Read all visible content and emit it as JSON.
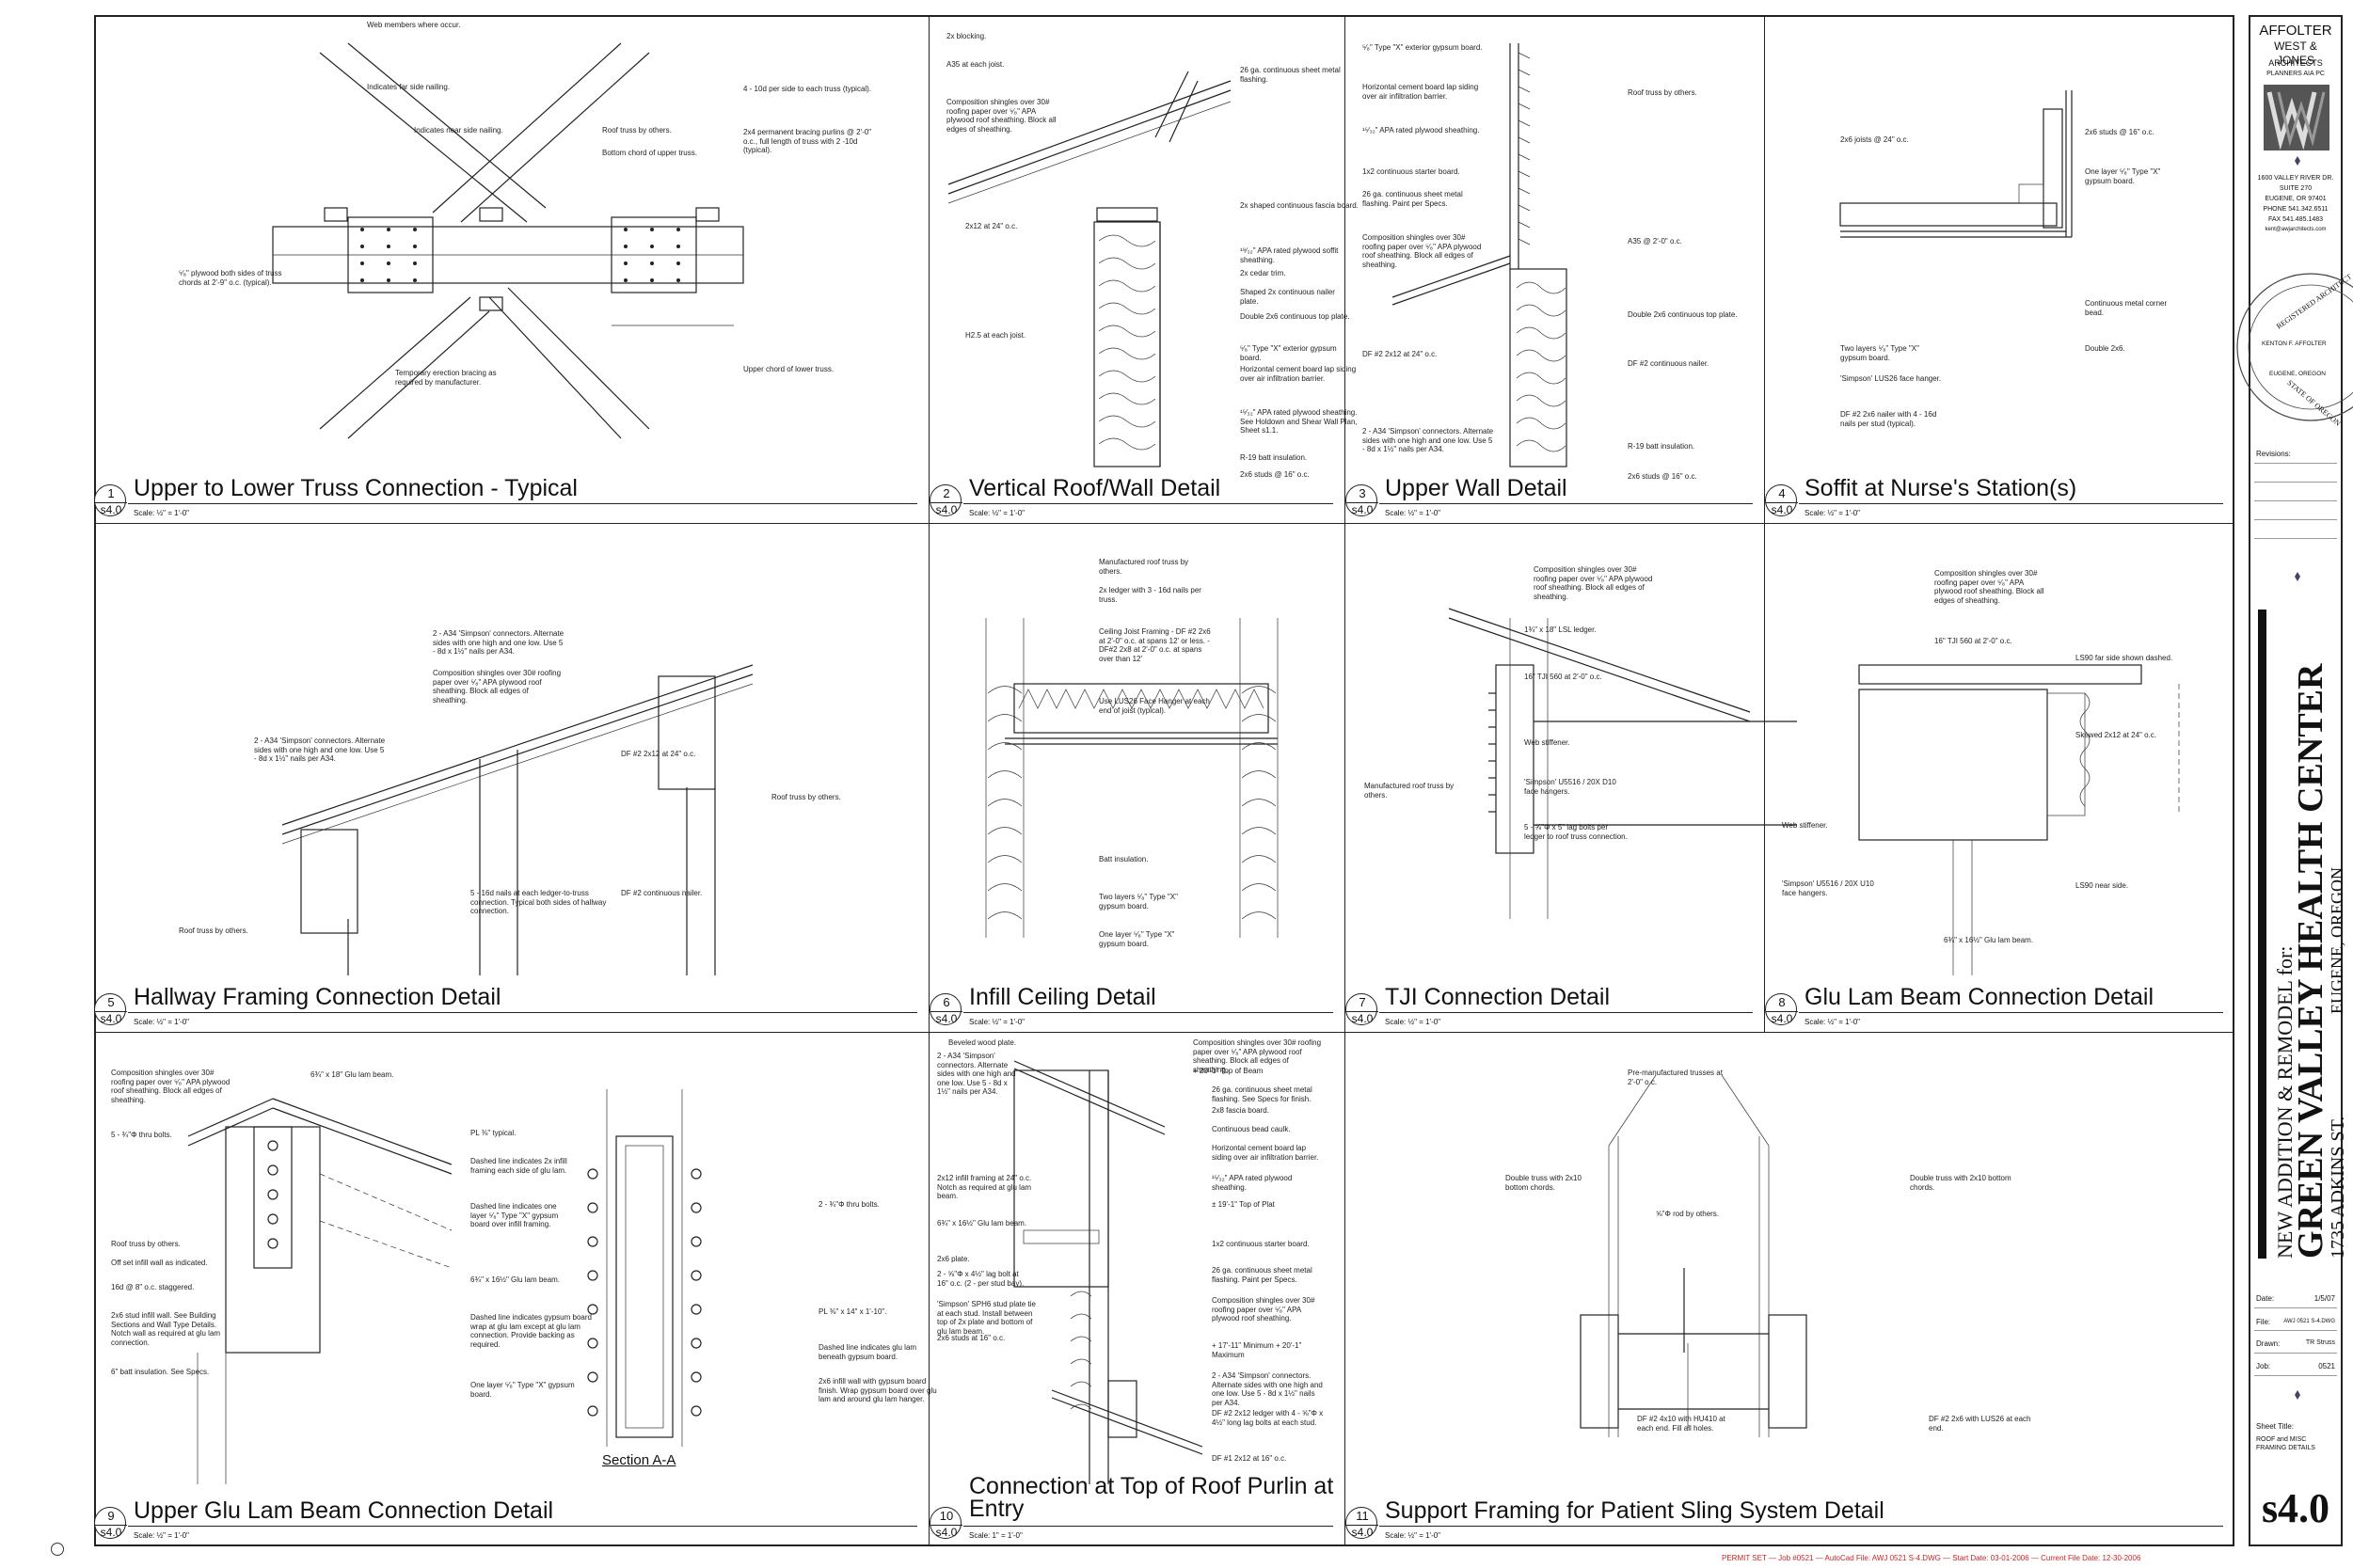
{
  "details": [
    {
      "num": "1",
      "sheet": "s4.0",
      "title": "Upper to Lower Truss Connection - Typical",
      "scale": "Scale:  ½\" = 1'-0\"",
      "notes": [
        "Web members where occur.",
        "Indicates far side nailing.",
        "Indicates near side nailing.",
        "Roof truss by others.",
        "Bottom chord of upper truss.",
        "4 - 10d per side to each truss (typical).",
        "2x4 permanent bracing purlins @ 2'-0\" o.c., full length of truss with 2 -10d (typical).",
        "⁵⁄₈\" plywood both sides of truss chords at 2'-9\" o.c. (typical).",
        "Temporary erection bracing as required by manufacturer.",
        "Upper chord of lower truss."
      ]
    },
    {
      "num": "2",
      "sheet": "s4.0",
      "title": "Vertical Roof/Wall Detail",
      "scale": "Scale:  ½\" = 1'-0\"",
      "notes": [
        "2x blocking.",
        "A35 at each joist.",
        "Composition shingles over 30# roofing paper over ⁵⁄₈\" APA plywood roof sheathing. Block all edges of sheathing.",
        "2x12 at 24\" o.c.",
        "H2.5 at each joist.",
        "26 ga. continuous sheet metal flashing.",
        "2x shaped continuous fascia board.",
        "¹⁹⁄₃₂\" APA rated plywood soffit sheathing.",
        "2x cedar trim.",
        "Shaped 2x continuous nailer plate.",
        "Double 2x6 continuous top plate.",
        "⁵⁄₈\" Type \"X\" exterior gypsum board.",
        "Horizontal cement board lap siding over air infiltration barrier.",
        "¹⁵⁄₃₂\" APA rated plywood sheathing. See Holdown and Shear Wall Plan, Sheet s1.1.",
        "R-19 batt insulation.",
        "2x6 studs @ 16\" o.c."
      ]
    },
    {
      "num": "3",
      "sheet": "s4.0",
      "title": "Upper Wall Detail",
      "scale": "Scale:  ½\" = 1'-0\"",
      "notes": [
        "⁵⁄₈\" Type \"X\" exterior gypsum board.",
        "Horizontal cement board lap siding over air infiltration barrier.",
        "¹⁵⁄₃₂\" APA rated plywood sheathing.",
        "1x2 continuous starter board.",
        "26 ga. continuous sheet metal flashing. Paint per Specs.",
        "Composition shingles over 30# roofing paper over ⁵⁄₈\" APA plywood roof sheathing. Block all edges of sheathing.",
        "Roof truss by others.",
        "A35 @ 2'-0\" o.c.",
        "Double 2x6 continuous top plate.",
        "DF #2 2x12 at 24\" o.c.",
        "DF #2 continuous nailer.",
        "2 - A34 'Simpson' connectors. Alternate sides with one high and one low. Use 5 - 8d x 1½\" nails per A34.",
        "R-19 batt insulation.",
        "2x6 studs @ 16\" o.c."
      ]
    },
    {
      "num": "4",
      "sheet": "s4.0",
      "title": "Soffit at Nurse's Station(s)",
      "scale": "Scale:  ½\" = 1'-0\"",
      "notes": [
        "2x6 joists @ 24\" o.c.",
        "2x6 studs @ 16\" o.c.",
        "One layer ⁵⁄₈\" Type \"X\" gypsum board.",
        "Continuous metal corner bead.",
        "Double 2x6.",
        "Two layers ⁵⁄₈\" Type \"X\" gypsum board.",
        "'Simpson' LUS26 face hanger.",
        "DF #2 2x6 nailer with 4 - 16d nails per stud (typical)."
      ]
    },
    {
      "num": "5",
      "sheet": "s4.0",
      "title": "Hallway Framing Connection Detail",
      "scale": "Scale:  ½\" = 1'-0\"",
      "notes": [
        "2 - A34 'Simpson' connectors. Alternate sides with one high and one low. Use 5 - 8d x 1½\" nails per A34.",
        "Composition shingles over 30# roofing paper over ⁵⁄₈\" APA plywood roof sheathing. Block all edges of sheathing.",
        "2 - A34 'Simpson' connectors. Alternate sides with one high and one low. Use 5 - 8d x 1½\" nails per A34.",
        "DF #2 2x12 at 24\" o.c.",
        "Roof truss by others.",
        "5 - 16d nails at each ledger-to-truss connection. Typical both sides of hallway connection.",
        "DF #2 continuous nailer.",
        "Roof truss by others."
      ]
    },
    {
      "num": "6",
      "sheet": "s4.0",
      "title": "Infill Ceiling Detail",
      "scale": "Scale:  ½\" = 1'-0\"",
      "notes": [
        "Manufactured roof truss by others.",
        "2x ledger with 3 - 16d nails per truss.",
        "Ceiling Joist Framing - DF #2 2x6 at 2'-0\" o.c. at spans 12' or less. - DF#2 2x8 at 2'-0\" o.c. at spans over than 12'",
        "Use LUS26 Face Hanger at each end of joist (typical).",
        "Batt insulation.",
        "Two layers ⁵⁄₈\" Type \"X\" gypsum board.",
        "One layer ⁵⁄₈\" Type \"X\" gypsum board."
      ]
    },
    {
      "num": "7",
      "sheet": "s4.0",
      "title": "TJI Connection Detail",
      "scale": "Scale:  ½\" = 1'-0\"",
      "notes": [
        "Composition shingles over 30# roofing paper over ⁵⁄₈\" APA plywood roof sheathing. Block all edges of sheathing.",
        "1¾\" x 18\" LSL ledger.",
        "16\" TJI 560 at 2'-0\" o.c.",
        "Web stiffener.",
        "'Simpson' U5516 / 20X D10 face hangers.",
        "5 - ⅝\"Φ x 5\" lag bolts per ledger to roof truss connection.",
        "Manufactured roof truss by others."
      ]
    },
    {
      "num": "8",
      "sheet": "s4.0",
      "title": "Glu Lam Beam Connection Detail",
      "scale": "Scale:  ½\" = 1'-0\"",
      "notes": [
        "Composition shingles over 30# roofing paper over ⁵⁄₈\" APA plywood roof sheathing. Block all edges of sheathing.",
        "16\" TJI 560 at 2'-0\" o.c.",
        "LS90 far side shown dashed.",
        "Skewed 2x12 at 24\" o.c.",
        "Web stiffener.",
        "'Simpson' U5516 / 20X U10 face hangers.",
        "LS90 near side.",
        "6¾\" x 16½\" Glu lam beam."
      ]
    },
    {
      "num": "9",
      "sheet": "s4.0",
      "title": "Upper Glu Lam Beam Connection Detail",
      "scale": "Scale:  ½\" = 1'-0\"",
      "subtitle": "Section A-A",
      "notes": [
        "Composition shingles over 30# roofing paper over ⁵⁄₈\" APA plywood roof sheathing. Block all edges of sheathing.",
        "6¾\" x 18\" Glu lam beam.",
        "5 - ¾\"Φ thru bolts.",
        "PL ⅜\" typical.",
        "Dashed line indicates 2x infill framing each side of glu lam.",
        "Roof truss by others.",
        "Dashed line indicates one layer ⁵⁄₈\" Type \"X\" gypsum board over infill framing.",
        "Off set infill wall as indicated.",
        "16d @ 8\" o.c. staggered.",
        "6¾\" x 16½\" Glu lam beam.",
        "2x6 stud infill wall. See Building Sections and Wall Type Details. Notch wall as required at glu lam connection.",
        "6\" batt insulation. See Specs.",
        "Dashed line indicates gypsum board wrap at glu lam except at glu lam connection. Provide backing as required.",
        "One layer ⁵⁄₈\" Type \"X\" gypsum board.",
        "2 - ¾\"Φ thru bolts.",
        "PL ⅜\" x 14\" x 1'-10\".",
        "Dashed line indicates glu lam beneath gypsum board.",
        "2x6 infill wall with gypsum board finish. Wrap gypsum board over glu lam and around glu lam hanger."
      ]
    },
    {
      "num": "10",
      "sheet": "s4.0",
      "title": "Connection at Top of Roof Purlin at Entry",
      "scale": "Scale:  1\" = 1'-0\"",
      "notes": [
        "Beveled wood plate.",
        "2 - A34 'Simpson' connectors. Alternate sides with one high and one low. Use 5 - 8d x 1½\" nails per A34.",
        "Composition shingles over 30# roofing paper over ⁵⁄₈\" APA plywood roof sheathing. Block all edges of sheathing.",
        "+ 20'-1\" Top of Beam",
        "26 ga. continuous sheet metal flashing. See Specs for finish.",
        "2x8 fascia board.",
        "Continuous bead caulk.",
        "Horizontal cement board lap siding over air infiltration barrier.",
        "¹⁵⁄₃₂\" APA rated plywood sheathing.",
        "± 19'-1\" Top of Plat",
        "2x12 infill framing at 24\" o.c. Notch as required at glu lam beam.",
        "6¾\" x 16½\" Glu lam beam.",
        "2x6 plate.",
        "2 - ⅝\"Φ x 4½\" lag bolt at 16\" o.c. (2 - per stud bay).",
        "'Simpson' SPH6 stud plate tie at each stud. Install between top of 2x plate and bottom of glu lam beam.",
        "2x6 studs at 16\" o.c.",
        "1x2 continuous starter board.",
        "26 ga. continuous sheet metal flashing. Paint per Specs.",
        "Composition shingles over 30# roofing paper over ⁵⁄₈\" APA plywood roof sheathing.",
        "+ 17'-11\" Minimum + 20'-1\" Maximum",
        "2 - A34 'Simpson' connectors. Alternate sides with one high and one low. Use 5 - 8d x 1½\" nails per A34.",
        "DF #2 2x12 ledger with 4 - ⅝\"Φ x 4½\" long lag bolts at each stud.",
        "DF #1 2x12 at 16\" o.c."
      ]
    },
    {
      "num": "11",
      "sheet": "s4.0",
      "title": "Support Framing for Patient Sling System Detail",
      "scale": "Scale:  ½\" = 1'-0\"",
      "notes": [
        "Pre-manufactured trusses at 2'-0\" o.c.",
        "Double truss with 2x10 bottom chords.",
        "⅝\"Φ rod by others.",
        "Double truss with 2x10 bottom chords.",
        "DF #2 4x10 with HU410 at each end. Fill all holes.",
        "DF #2 2x6 with LUS26 at each end."
      ]
    }
  ],
  "titleblock": {
    "firm": [
      "AFFOLTER",
      "WEST & JONES",
      "ARCHITECTS",
      "PLANNERS AIA PC"
    ],
    "address": [
      "1600 VALLEY RIVER DR.",
      "SUITE 270",
      "EUGENE, OR 97401",
      "PHONE 541.342.6511",
      "FAX 541.485.1483",
      "kent@awjarchitects.com"
    ],
    "seal": [
      "REGISTERED ARCHITECT",
      "KENTON F. AFFOLTER",
      "EUGENE, OREGON",
      "STATE OF OREGON"
    ],
    "revisions_label": "Revisions:",
    "project_line1": "NEW ADDITION & REMODEL for:",
    "project_name": "GREEN VALLEY HEALTH CENTER",
    "project_address": "1735 ADKINS ST.",
    "project_city": "EUGENE, OREGON",
    "date_label": "Date:",
    "date": "1/5/07",
    "file_label": "File:",
    "file": "AWJ 0521 S-4.DWG",
    "drawn_label": "Drawn:",
    "drawn": "TR Struss",
    "job_label": "Job:",
    "job": "0521",
    "sheet_title_label": "Sheet Title:",
    "sheet_title": "ROOF and MISC FRAMING DETAILS",
    "sheet_number": "s4.0"
  },
  "footer": "PERMIT SET — Job #0521 — AutoCad File: AWJ 0521 S-4.DWG — Start Date: 03-01-2006 — Current File Date: 12-30-2006"
}
